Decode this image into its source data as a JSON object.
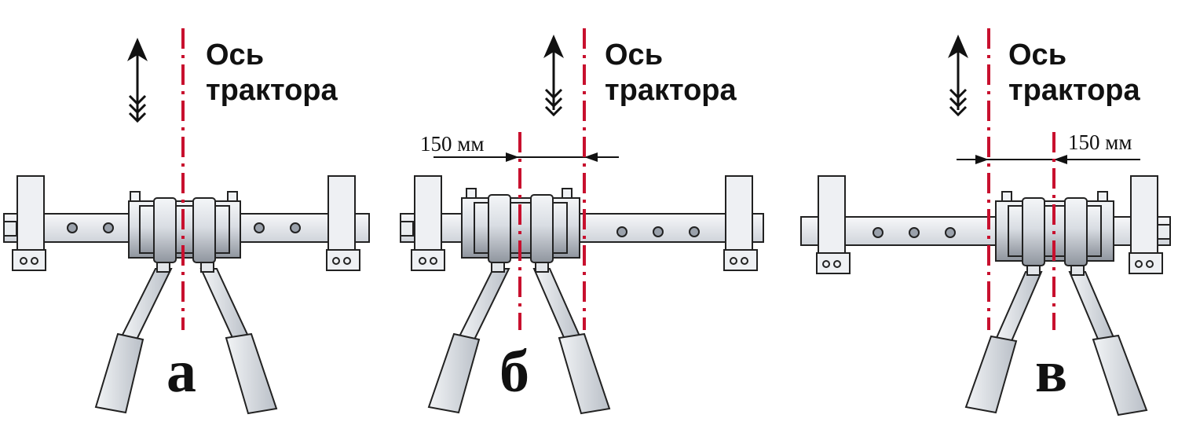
{
  "axis_label_line1": "Ось",
  "axis_label_line2": "трактора",
  "dimension_label": "150 мм",
  "panels": [
    {
      "letter": "а",
      "offset": "none"
    },
    {
      "letter": "б",
      "offset": "left",
      "dimension": "150 мм"
    },
    {
      "letter": "в",
      "offset": "right",
      "dimension": "150 мм"
    }
  ],
  "colors": {
    "axis_line": "#c8102e",
    "drawing": "#111111",
    "metal_light": "#e6e9ee",
    "metal_shade": "#9aa1ab"
  },
  "icons": [
    "direction-arrow-icon"
  ]
}
